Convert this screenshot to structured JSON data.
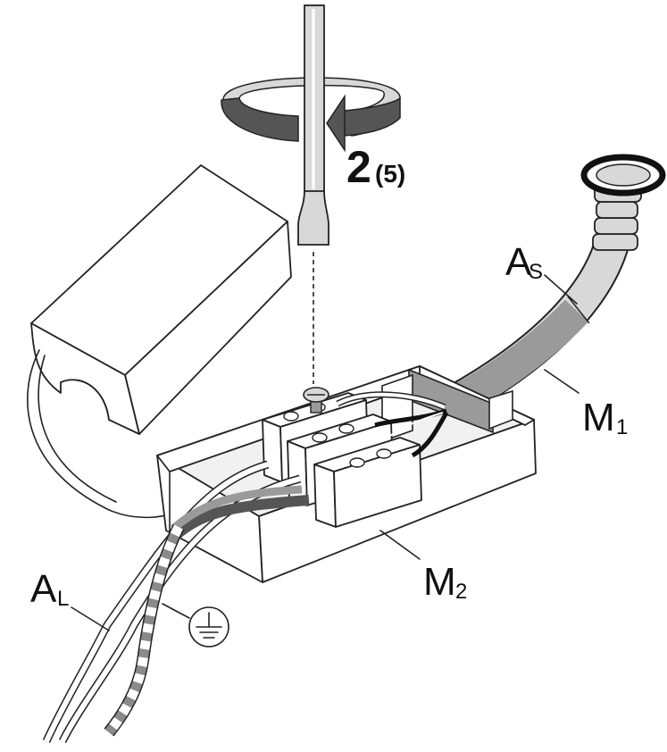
{
  "step": {
    "number": "2",
    "sub": "(5)"
  },
  "labels": {
    "as": {
      "main": "A",
      "sub": "S"
    },
    "m1": {
      "main": "M",
      "sub": "1"
    },
    "m2": {
      "main": "M",
      "sub": "2"
    },
    "al": {
      "main": "A",
      "sub": "L"
    }
  },
  "icons": {
    "screwdriver": "screwdriver-icon",
    "rotation": "rotation-arrow-icon",
    "ground": "ground-symbol-icon"
  },
  "colors": {
    "line": "#222222",
    "dark_gray": "#555555",
    "mid_gray": "#9a9a9a",
    "light_gray": "#d8d8d8",
    "fill": "#ffffff"
  }
}
